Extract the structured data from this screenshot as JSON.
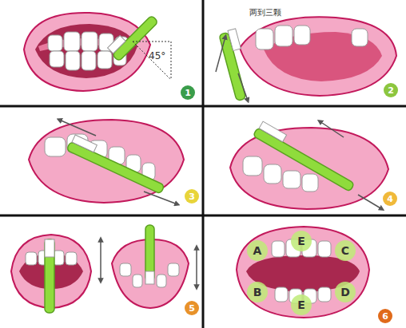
{
  "diagram": {
    "nodes": [
      {
        "text": [
          "1"
        ]
      },
      {
        "text": [
          "2"
        ]
      },
      {
        "text": [
          "3"
        ]
      },
      {
        "text": [
          "4"
        ]
      },
      {
        "text": [
          "5"
        ]
      },
      {
        "text": [
          "6"
        ]
      },
      {
        "text": [
          "A"
        ]
      },
      {
        "text": [
          "E"
        ]
      },
      {
        "text": [
          "C"
        ]
      },
      {
        "text": [
          "B"
        ]
      },
      {
        "text": [
          "E"
        ]
      },
      {
        "text": [
          "D"
        ]
      }
    ],
    "labels": [
      "45°",
      "两到三颗"
    ]
  }
}
